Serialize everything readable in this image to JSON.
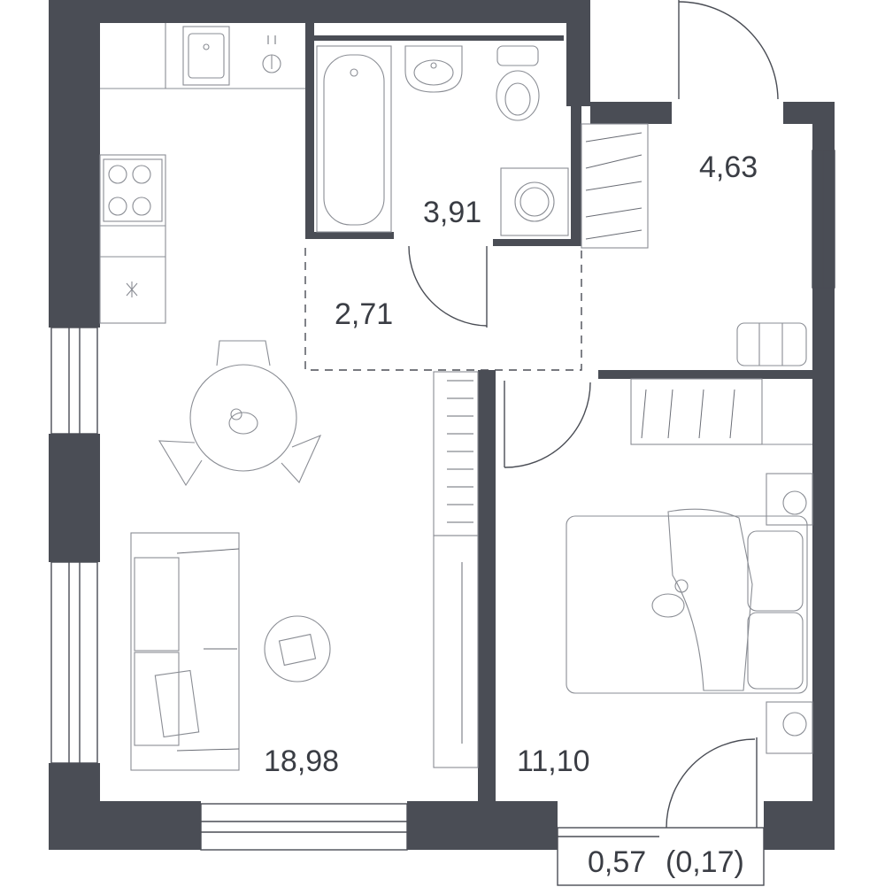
{
  "plan": {
    "rooms": [
      {
        "id": "living",
        "area": "18,98"
      },
      {
        "id": "bedroom",
        "area": "11,10"
      },
      {
        "id": "hall",
        "area": "2,71"
      },
      {
        "id": "bathroom",
        "area": "3,91"
      },
      {
        "id": "storage",
        "area": "4,63"
      },
      {
        "id": "balcony",
        "area": "0,57",
        "reduced": "(0,17)"
      }
    ],
    "colors": {
      "wall": "#4a4d55",
      "line": "#4a4d55",
      "furniture": "#8a8d94",
      "background": "#ffffff"
    },
    "icons": [
      "sink-icon",
      "stove-icon",
      "bathtub-icon",
      "toilet-icon",
      "washing-machine-icon",
      "bed-icon",
      "sofa-icon",
      "dining-table-icon",
      "cat-icon",
      "dog-icon",
      "radiator-icon"
    ]
  }
}
